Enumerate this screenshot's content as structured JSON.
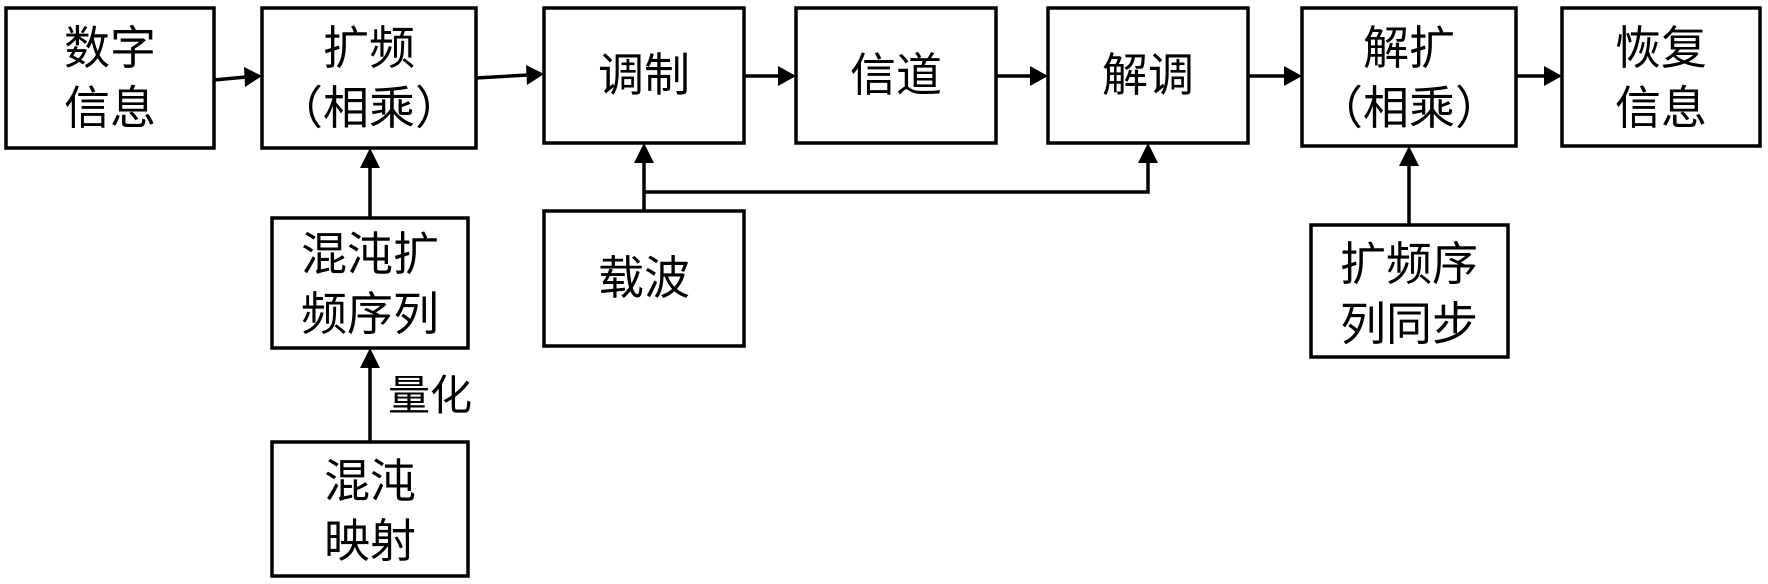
{
  "nodes": {
    "digital_info": {
      "lines": [
        "数字",
        "信息"
      ]
    },
    "spread": {
      "lines": [
        "扩频",
        "（相乘）"
      ]
    },
    "modulate": {
      "lines": [
        "调制"
      ]
    },
    "channel": {
      "lines": [
        "信道"
      ]
    },
    "demodulate": {
      "lines": [
        "解调"
      ]
    },
    "despread": {
      "lines": [
        "解扩",
        "（相乘）"
      ]
    },
    "recover": {
      "lines": [
        "恢复",
        "信息"
      ]
    },
    "chaos_seq": {
      "lines": [
        "混沌扩",
        "频序列"
      ]
    },
    "carrier": {
      "lines": [
        "载波"
      ]
    },
    "sync_seq": {
      "lines": [
        "扩频序",
        "列同步"
      ]
    },
    "chaos_map": {
      "lines": [
        "混沌",
        "映射"
      ]
    }
  },
  "edge_labels": {
    "quantize": "量化"
  }
}
